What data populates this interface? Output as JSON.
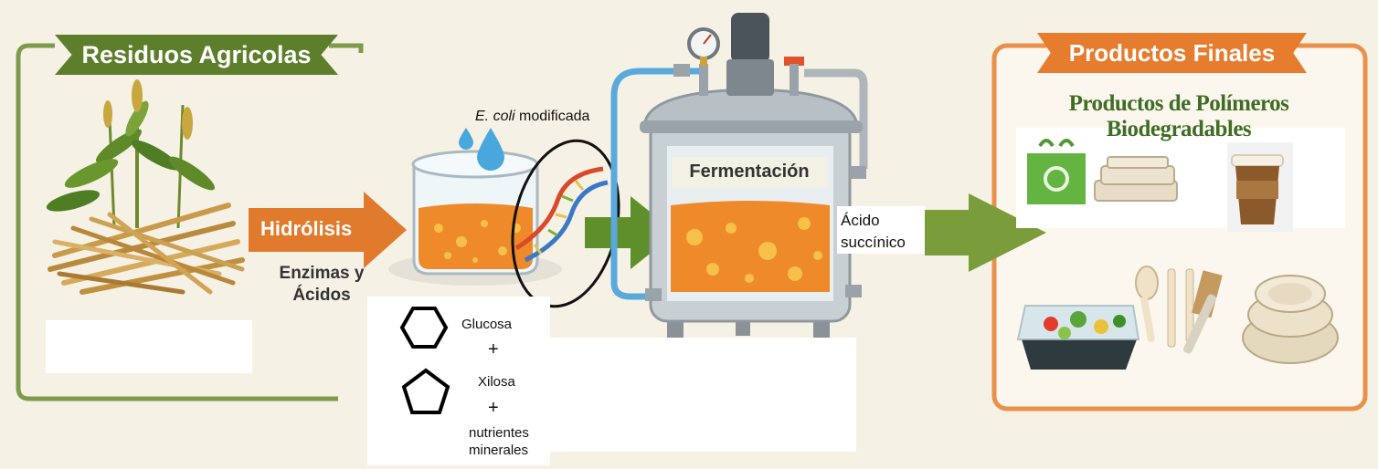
{
  "left_panel": {
    "title": "Residuos Agricolas"
  },
  "step1": {
    "arrow_label": "Hidrólisis",
    "sub_label": "Enzimas y Ácidos"
  },
  "step2": {
    "ecoli_italic": "E. coli",
    "ecoli_rest": " modificada"
  },
  "sugars": {
    "glucose": "Glucosa",
    "plus1": "+",
    "xylose": "Xilosa",
    "plus2": "+",
    "nutrients": "nutrientes minerales"
  },
  "reactor": {
    "label": "Fermentación"
  },
  "product": {
    "label": "Ácido succínico"
  },
  "right_panel": {
    "title": "Productos Finales",
    "subtitle": "Productos de Polímeros Biodegradables"
  },
  "colors": {
    "green_frame": "#7d9b4a",
    "orange_frame": "#e9914a",
    "green_banner": "#5d7f2c",
    "orange_banner": "#e67d2e",
    "arrow_orange": "#e07a2c",
    "arrow_green": "#7b9c3a",
    "liquid": "#ee8a2a"
  },
  "icons": [
    "plant-icon",
    "straw-icon",
    "beaker-icon",
    "drop-icon",
    "dna-icon",
    "reactor-icon",
    "gauge-icon",
    "hexagon-icon",
    "pentagon-icon",
    "bag-icon",
    "container-icon",
    "cup-icon",
    "salad-box-icon",
    "cutlery-icon",
    "plates-icon"
  ]
}
